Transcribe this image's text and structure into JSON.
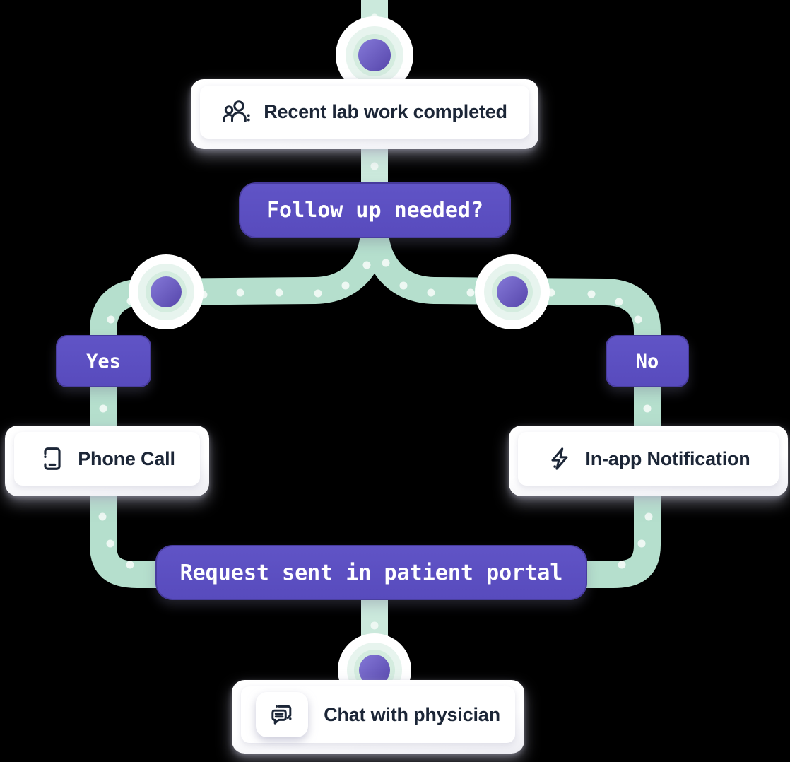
{
  "colors": {
    "background": "#000000",
    "accent_purple": "#5a4ec1",
    "accent_purple_dark": "#47399f",
    "connector_mint": "#b5dfcd",
    "connector_mint_light": "#cbe9dc",
    "node_dot_purple": "#6a5cc4",
    "path_dot_white": "#eef8f3",
    "card_background": "#ffffff",
    "card_text": "#1c2637",
    "button_text": "#ffffff"
  },
  "diagram": {
    "type": "flowchart",
    "nodes": {
      "recent_lab": {
        "label": "Recent lab work completed",
        "icon": "users-icon",
        "kind": "event-card"
      },
      "follow_up": {
        "label": "Follow up needed?",
        "kind": "decision-button"
      },
      "yes": {
        "label": "Yes",
        "kind": "branch-button"
      },
      "no": {
        "label": "No",
        "kind": "branch-button"
      },
      "phone_call": {
        "label": "Phone Call",
        "icon": "phone-icon",
        "kind": "event-card"
      },
      "in_app": {
        "label": "In-app Notification",
        "icon": "lightning-icon",
        "kind": "event-card"
      },
      "request": {
        "label": "Request sent in patient portal",
        "kind": "action-button"
      },
      "chat": {
        "label": "Chat with physician",
        "icon": "chat-icon",
        "kind": "event-card"
      }
    },
    "edges": [
      {
        "from": "start",
        "to": "recent_lab"
      },
      {
        "from": "recent_lab",
        "to": "follow_up"
      },
      {
        "from": "follow_up",
        "to": "yes"
      },
      {
        "from": "follow_up",
        "to": "no"
      },
      {
        "from": "yes",
        "to": "phone_call"
      },
      {
        "from": "no",
        "to": "in_app"
      },
      {
        "from": "phone_call",
        "to": "request"
      },
      {
        "from": "in_app",
        "to": "request"
      },
      {
        "from": "request",
        "to": "chat"
      }
    ]
  }
}
